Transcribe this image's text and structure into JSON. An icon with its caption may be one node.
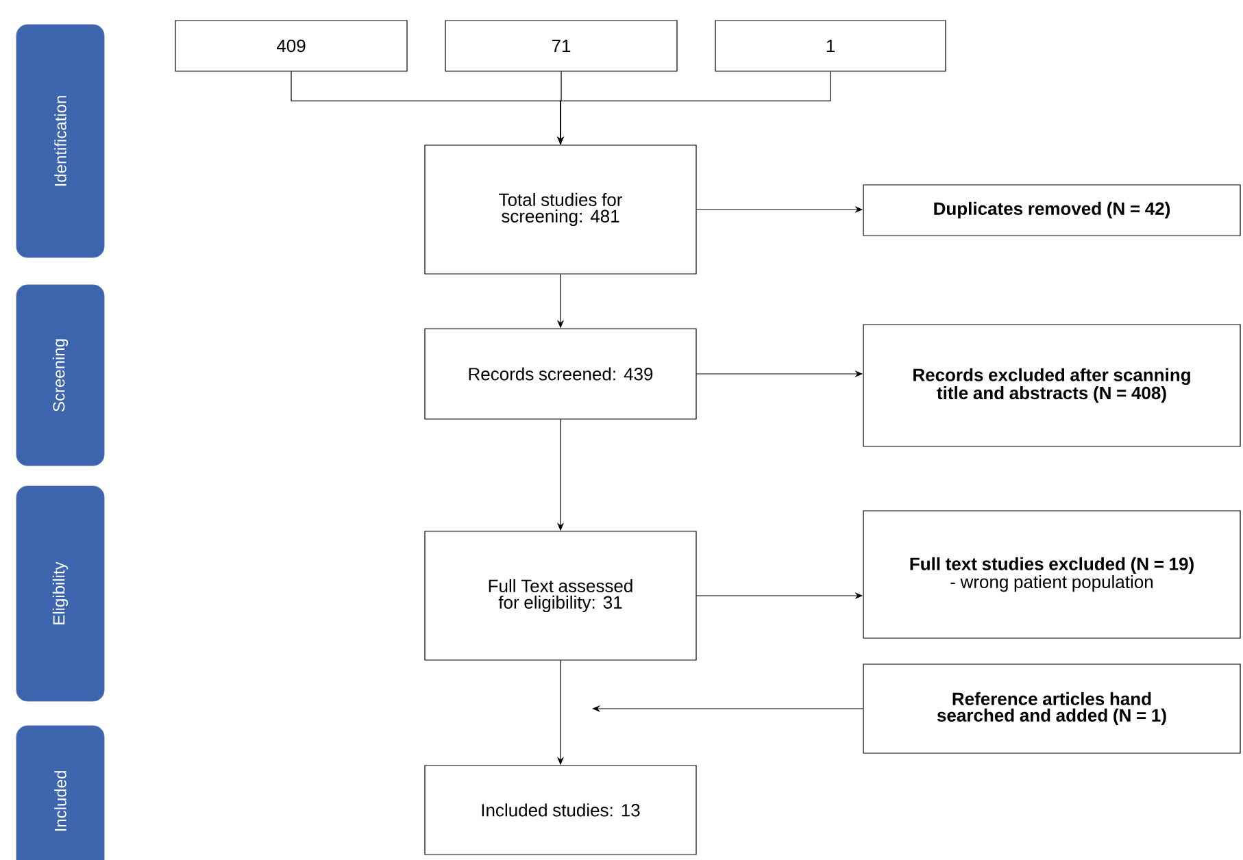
{
  "diagram": {
    "nodes": [
      {
        "text": [
          "Identification"
        ]
      },
      {
        "text": [
          "Screening"
        ]
      },
      {
        "text": [
          "Eligibility"
        ]
      },
      {
        "text": [
          "Included"
        ]
      },
      {
        "text": [
          "409"
        ]
      },
      {
        "text": [
          "71"
        ]
      },
      {
        "text": [
          "1"
        ]
      },
      {
        "text": [
          "Total studies for screening: 481"
        ]
      },
      {
        "text": [
          "Duplicates removed (N = 42)"
        ]
      },
      {
        "text": [
          "Records screened: 439"
        ]
      },
      {
        "text": [
          "Records excluded after scanning title and abstracts (N = 408)"
        ]
      },
      {
        "text": [
          "Full Text assessed for eligibility: 31"
        ]
      },
      {
        "text": [
          "Full text studies excluded (N = 19)",
          "- wrong patient population"
        ]
      },
      {
        "text": [
          "Reference articles hand searched and added (N = 1)"
        ]
      },
      {
        "text": [
          "Included studies: 13"
        ]
      }
    ],
    "edges": [
      {
        "from": 4,
        "to": 7,
        "arrow": "to"
      },
      {
        "from": 5,
        "to": 7,
        "arrow": "to"
      },
      {
        "from": 6,
        "to": 7,
        "arrow": "to"
      },
      {
        "from": 7,
        "to": 8,
        "arrow": "to"
      },
      {
        "from": 7,
        "to": 9,
        "arrow": "to"
      },
      {
        "from": 9,
        "to": 10,
        "arrow": "to"
      },
      {
        "from": 9,
        "to": 11,
        "arrow": "to"
      },
      {
        "from": 11,
        "to": 12,
        "arrow": "to"
      },
      {
        "from": 11,
        "to": 14,
        "arrow": "to"
      },
      {
        "from": 13,
        "to": null,
        "arrow": "to"
      }
    ]
  }
}
